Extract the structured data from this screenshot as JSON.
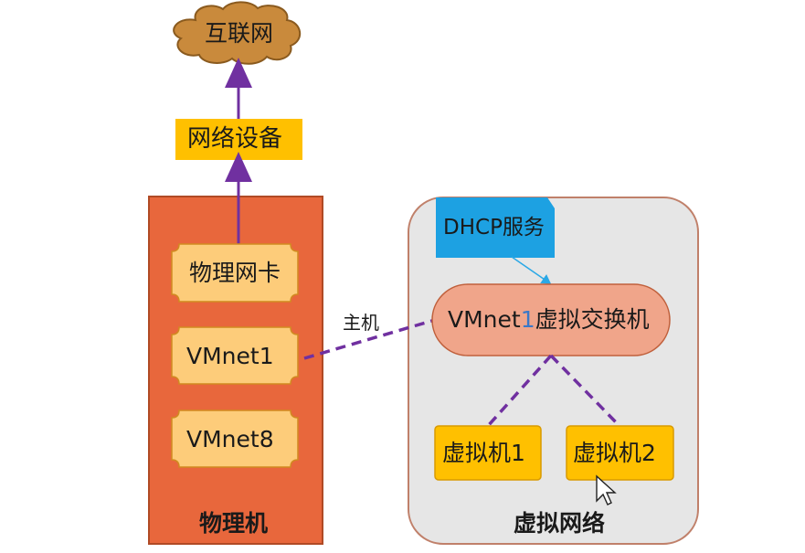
{
  "internet": {
    "label": "互联网"
  },
  "network_device": {
    "label": "网络设备"
  },
  "physical_machine": {
    "title": "物理机",
    "items": [
      {
        "label": "物理网卡"
      },
      {
        "label": "VMnet1"
      },
      {
        "label": "VMnet8"
      }
    ]
  },
  "host_link": {
    "label": "主机"
  },
  "virtual_network": {
    "title": "虚拟网络",
    "dhcp": {
      "label": "DHCP服务"
    },
    "switch": {
      "label_prefix": "VMnet",
      "label_digit": "1",
      "label_suffix": "虚拟交换机"
    },
    "vms": [
      {
        "label": "虚拟机1"
      },
      {
        "label": "虚拟机2"
      }
    ]
  },
  "colors": {
    "cloud_fill": "#c98a3c",
    "cloud_stroke": "#8a5a1e",
    "device_fill": "#ffc000",
    "physical_fill": "#e8673c",
    "physical_stroke": "#b04a25",
    "nic_fill": "#fdcc7a",
    "nic_stroke": "#d18a20",
    "virtual_bg": "#e6e6e6",
    "virtual_stroke": "#c0806a",
    "switch_fill": "#f0a58a",
    "switch_stroke": "#c0603c",
    "dhcp_fill": "#1da1e2",
    "vm_fill": "#ffc000",
    "link_color": "#7030a0",
    "arrow_color": "#7030a0"
  }
}
